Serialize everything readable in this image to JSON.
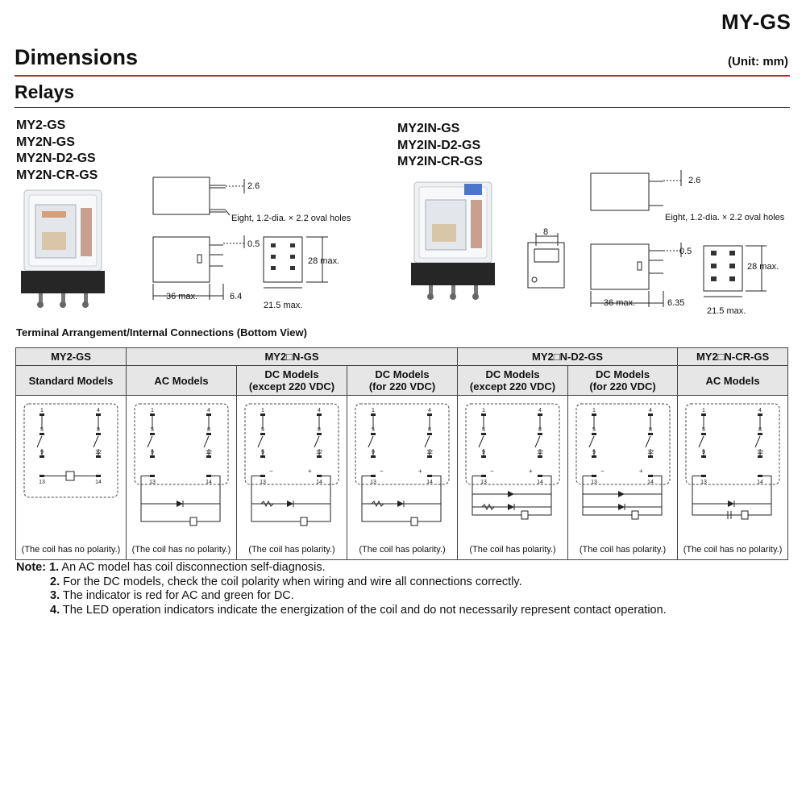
{
  "header": {
    "series": "MY-GS",
    "title": "Dimensions",
    "unit": "(Unit: mm)",
    "section": "Relays"
  },
  "left_block": {
    "models": [
      "MY2-GS",
      "MY2N-GS",
      "MY2N-D2-GS",
      "MY2N-CR-GS"
    ],
    "dims": {
      "pin_spacing": "2.6",
      "holes": "Eight, 1.2-dia. × 2.2 oval holes",
      "pin_offset": "0.5",
      "height": "28 max.",
      "length": "36 max.",
      "pin_len": "6.4",
      "width": "21.5 max."
    }
  },
  "right_block": {
    "models": [
      "MY2IN-GS",
      "MY2IN-D2-GS",
      "MY2IN-CR-GS"
    ],
    "dims": {
      "top_w": "8",
      "pin_spacing": "2.6",
      "holes": "Eight, 1.2-dia. × 2.2 oval holes",
      "pin_offset": "0.5",
      "height": "28 max.",
      "length": "36 max.",
      "pin_len": "6.35",
      "width": "21.5 max."
    }
  },
  "terminal": {
    "title": "Terminal Arrangement/Internal Connections (Bottom View)",
    "groups": [
      "MY2-GS",
      "MY2□N-GS",
      "MY2□N-D2-GS",
      "MY2□N-CR-GS"
    ],
    "columns": [
      [
        "Standard Models"
      ],
      [
        "AC Models"
      ],
      [
        "DC Models",
        "(except 220 VDC)"
      ],
      [
        "DC Models",
        "(for 220 VDC)"
      ],
      [
        "DC Models",
        "(except 220 VDC)"
      ],
      [
        "DC Models",
        "(for 220 VDC)"
      ],
      [
        "AC Models"
      ]
    ],
    "captions": [
      "(The coil has no polarity.)",
      "(The coil has no polarity.)",
      "(The coil has polarity.)",
      "(The coil has polarity.)",
      "(The coil has polarity.)",
      "(The coil has polarity.)",
      "(The coil has no polarity.)"
    ],
    "pin_numbers": [
      "1",
      "4",
      "5",
      "8",
      "9",
      "12",
      "13",
      "14"
    ]
  },
  "notes": {
    "label": "Note:",
    "items": [
      {
        "num": "1.",
        "text": "An AC model has coil disconnection self-diagnosis."
      },
      {
        "num": "2.",
        "text": "For the DC models, check the coil polarity when wiring and wire all connections correctly."
      },
      {
        "num": "3.",
        "text": "The indicator is red for AC and green for DC."
      },
      {
        "num": "4.",
        "text": "The LED operation indicators indicate the energization of the coil and do not necessarily represent contact operation."
      }
    ]
  }
}
